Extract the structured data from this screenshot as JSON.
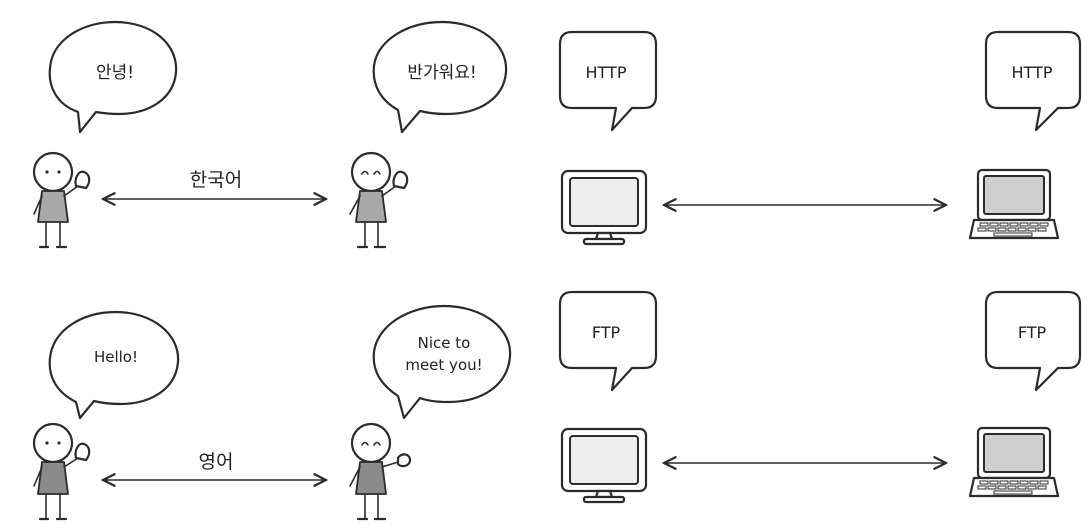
{
  "human_rows": [
    {
      "left_speech": "안녕!",
      "right_speech_lines": [
        "반가워요!"
      ],
      "language_label": "한국어"
    },
    {
      "left_speech": "Hello!",
      "right_speech_lines": [
        "Nice to",
        "meet you!"
      ],
      "language_label": "영어"
    }
  ],
  "computer_rows": [
    {
      "left_protocol": "HTTP",
      "right_protocol": "HTTP"
    },
    {
      "left_protocol": "FTP",
      "right_protocol": "FTP"
    }
  ],
  "colors": {
    "outline": "#2b2b2b",
    "shirt_light": "#a9a9a9",
    "shirt_dark": "#8a8a8a",
    "screen": "#ededed"
  }
}
